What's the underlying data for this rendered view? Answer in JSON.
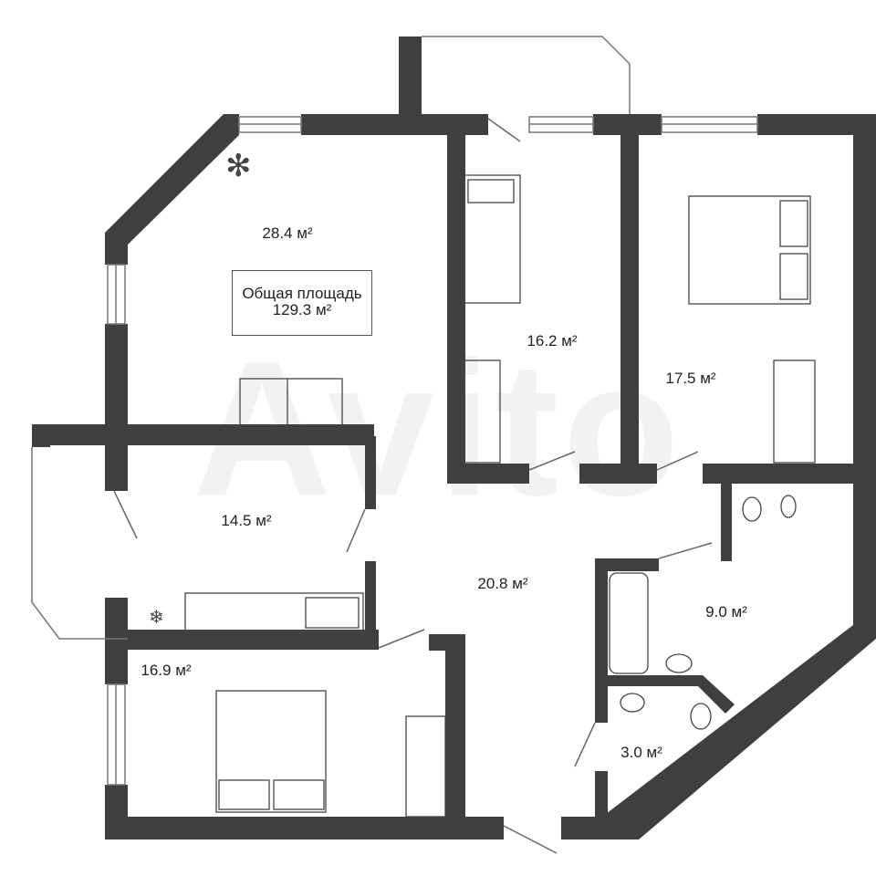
{
  "plan": {
    "total_area_label": "Общая площадь",
    "total_area_value": "129.3 м²",
    "watermark": "Avito",
    "wall_color": "#3f3f41",
    "rooms": [
      {
        "name": "living-room",
        "area": "28.4 м²"
      },
      {
        "name": "bedroom-small",
        "area": "16.2 м²"
      },
      {
        "name": "bedroom-master",
        "area": "17.5 м²"
      },
      {
        "name": "kitchen",
        "area": "14.5 м²"
      },
      {
        "name": "hallway",
        "area": "20.8 м²"
      },
      {
        "name": "bathroom",
        "area": "9.0 м²"
      },
      {
        "name": "bedroom-bottom",
        "area": "16.9 м²"
      },
      {
        "name": "toilet",
        "area": "3.0 м²"
      }
    ]
  }
}
